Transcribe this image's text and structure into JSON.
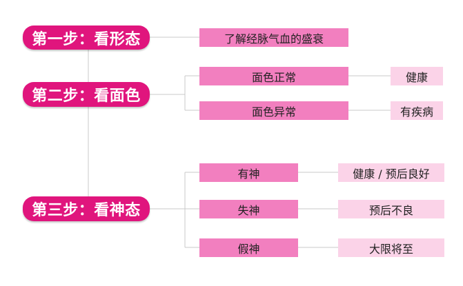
{
  "colors": {
    "step_bg": "#e0157d",
    "mid_box_bg": "#f27fbf",
    "leaf_box_bg": "#fbd3e8",
    "connector": "#c9c9c9"
  },
  "steps": [
    {
      "label": "第一步：看形态",
      "branches": [
        {
          "label": "了解经脉气血的盛衰"
        }
      ]
    },
    {
      "label": "第二步：看面色",
      "branches": [
        {
          "label": "面色正常",
          "result": "健康"
        },
        {
          "label": "面色异常",
          "result": "有疾病"
        }
      ]
    },
    {
      "label": "第三步：看神态",
      "branches": [
        {
          "label": "有神",
          "result": "健康 / 预后良好"
        },
        {
          "label": "失神",
          "result": "预后不良"
        },
        {
          "label": "假神",
          "result": "大限将至"
        }
      ]
    }
  ]
}
